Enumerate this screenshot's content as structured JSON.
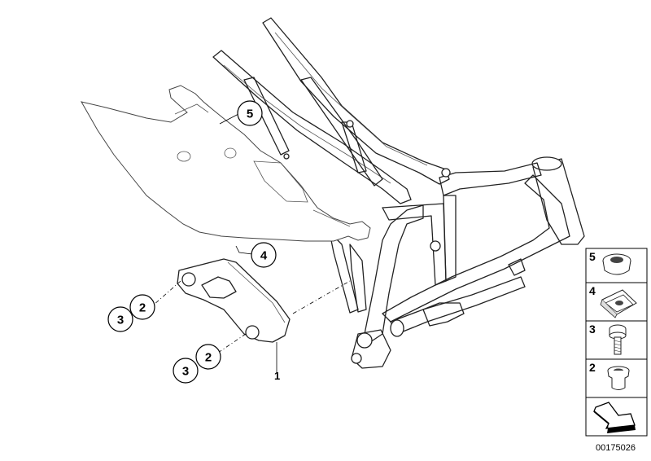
{
  "callouts": {
    "part_5": "5",
    "part_4": "4",
    "part_3_upper": "3",
    "part_2_upper": "2",
    "part_3_lower": "3",
    "part_2_lower": "2",
    "part_1": "1"
  },
  "legend": {
    "items": [
      {
        "number": "5",
        "icon": "rubber-grommet-icon"
      },
      {
        "number": "4",
        "icon": "spring-nut-clip-icon"
      },
      {
        "number": "3",
        "icon": "hex-bolt-icon"
      },
      {
        "number": "2",
        "icon": "bushing-sleeve-icon"
      }
    ],
    "direction_icon": "front-direction-arrow-icon"
  },
  "diagram_number": "00175026"
}
